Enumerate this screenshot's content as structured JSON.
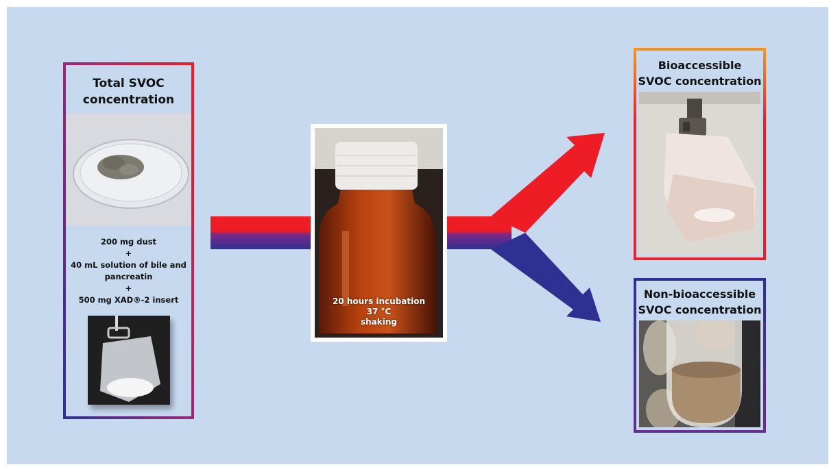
{
  "colors": {
    "background": "#c6d9ef",
    "red": "#ee1c25",
    "navy": "#2e3192",
    "orange": "#f7941d",
    "purple": "#662d91"
  },
  "left_box": {
    "title_line1": "Total SVOC",
    "title_line2": "concentration",
    "steps": [
      "200 mg dust",
      "+",
      "40 mL solution of bile and",
      "pancreatin",
      "+",
      "500 mg XAD®-2 insert"
    ],
    "photo_top": "dust-in-petri-dish-photo",
    "photo_bottom": "xad-insert-bag-photo"
  },
  "center_box": {
    "photo": "amber-bottle-photo",
    "lines": [
      "20 hours  incubation",
      "37 °C",
      "shaking"
    ]
  },
  "top_right_box": {
    "title_line1": "Bioaccessible",
    "title_line2": "SVOC concentration",
    "photo": "hanging-bag-photo"
  },
  "bottom_right_box": {
    "title_line1": "Non-bioaccessible",
    "title_line2": "SVOC concentration",
    "photo": "dust-in-tube-photo"
  }
}
